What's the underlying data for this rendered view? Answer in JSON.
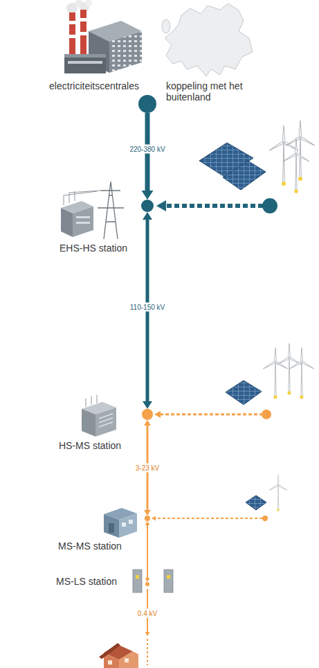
{
  "diagram": {
    "nodes": [
      {
        "text": [
          "electriciteitscentrales",
          "koppeling met het buitenland"
        ]
      },
      {
        "text": [
          "EHS-HS station"
        ]
      },
      {
        "text": [
          "HS-MS station"
        ]
      },
      {
        "text": [
          "MS-MS station"
        ]
      },
      {
        "text": [
          "MS-LS station"
        ]
      }
    ],
    "edges": [
      {
        "from": 0,
        "to": 1,
        "label": "220-380 kV",
        "arrow": "to"
      },
      {
        "from": 1,
        "to": 2,
        "label": "110-150 kV",
        "arrow": "both"
      },
      {
        "from": 2,
        "to": 3,
        "label": "3-23 kV",
        "arrow": "both"
      },
      {
        "from": 3,
        "to": 4,
        "arrow": "both"
      }
    ],
    "labels": [
      "0.4 kV"
    ]
  }
}
